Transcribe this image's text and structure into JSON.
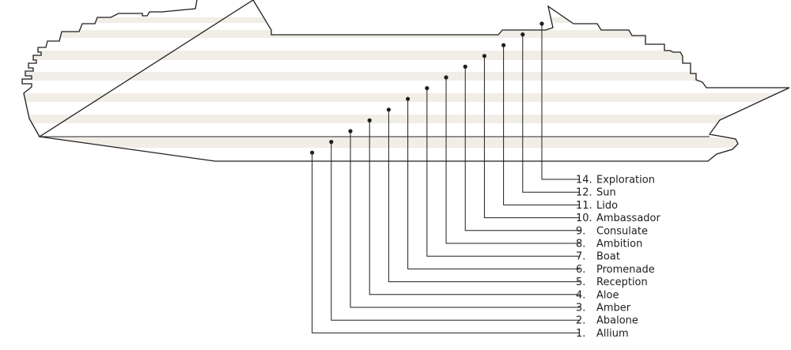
{
  "colors": {
    "hull_outline": "#1e1e1e",
    "deck_stripe": "#f1ede7",
    "background": "#ffffff",
    "leader_line": "#1e1e1e",
    "marker_dot": "#1e1e1e",
    "label_text": "#1e1e1e"
  },
  "decks": [
    {
      "number": "14.",
      "name": "Exploration"
    },
    {
      "number": "12.",
      "name": "Sun"
    },
    {
      "number": "11.",
      "name": "Lido"
    },
    {
      "number": "10.",
      "name": "Ambassador"
    },
    {
      "number": "9.",
      "name": "Consulate"
    },
    {
      "number": "8.",
      "name": "Ambition"
    },
    {
      "number": "7.",
      "name": "Boat"
    },
    {
      "number": "6.",
      "name": "Promenade"
    },
    {
      "number": "5.",
      "name": "Reception"
    },
    {
      "number": "4.",
      "name": "Aloe"
    },
    {
      "number": "3.",
      "name": "Amber"
    },
    {
      "number": "2.",
      "name": "Abalone"
    },
    {
      "number": "1.",
      "name": "Allium"
    }
  ]
}
